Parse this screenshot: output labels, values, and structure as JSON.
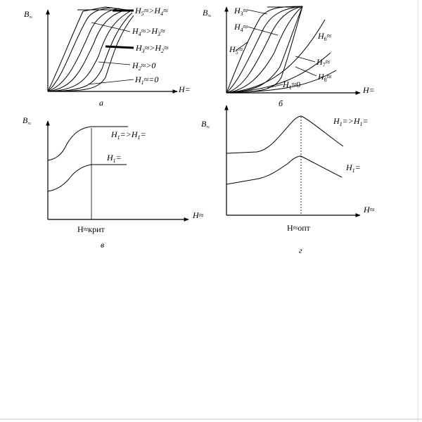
{
  "panel_a": {
    "y_axis_label": "B",
    "y_axis_sub": "≈",
    "x_axis_label": "H=",
    "caption": "а",
    "curves": [
      {
        "label_main": "H",
        "label_sub": "5",
        "label_rest": "≈>H",
        "label_sub2": "4",
        "label_tail": "≈"
      },
      {
        "label_main": "H",
        "label_sub": "4",
        "label_rest": "≈>H",
        "label_sub2": "3",
        "label_tail": "≈"
      },
      {
        "label_main": "H",
        "label_sub": "3",
        "label_rest": "≈>H",
        "label_sub2": "2",
        "label_tail": "≈"
      },
      {
        "label_main": "H",
        "label_sub": "2",
        "label_rest": "≈>0",
        "label_sub2": "",
        "label_tail": ""
      },
      {
        "label_main": "H",
        "label_sub": "1",
        "label_rest": "≈=0",
        "label_sub2": "",
        "label_tail": ""
      }
    ]
  },
  "panel_b": {
    "y_axis_label": "B",
    "y_axis_sub": "≈",
    "x_axis_label": "H=",
    "caption": "б",
    "labels": [
      {
        "main": "H",
        "sub": "3",
        "rest": "≈"
      },
      {
        "main": "H",
        "sub": "4",
        "rest": "≈"
      },
      {
        "main": "H",
        "sub": "5",
        "rest": "≈"
      },
      {
        "main": "H",
        "sub": "6",
        "rest": "≈"
      },
      {
        "main": "H",
        "sub": "7",
        "rest": "≈"
      },
      {
        "main": "H",
        "sub": "8",
        "rest": "≈"
      },
      {
        "main": "H",
        "sub": "1",
        "rest": "≈0"
      }
    ]
  },
  "panel_c": {
    "y_axis_label": "B",
    "y_axis_sub": "≈",
    "x_axis_label": "H≈",
    "critical_label": "H≈крит",
    "caption": "в",
    "curve_upper": {
      "main": "H",
      "sub": "1",
      "rest": "=>H",
      "sub2": "1",
      "tail": "="
    },
    "curve_lower": {
      "main": "H",
      "sub": "1",
      "rest": "="
    }
  },
  "panel_d": {
    "y_axis_label": "B",
    "y_axis_sub": "≈",
    "x_axis_label": "H≈",
    "optimal_label": "H≈опт",
    "caption": "г",
    "curve_upper": {
      "main": "H",
      "sub": "1",
      "rest": "=>H",
      "sub2": "1",
      "tail": "="
    },
    "curve_lower": {
      "main": "H",
      "sub": "1",
      "rest": "="
    }
  }
}
